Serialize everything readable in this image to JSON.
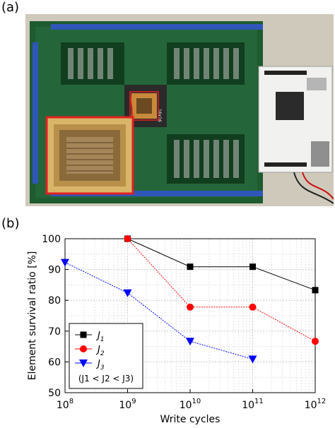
{
  "panels": {
    "a": "(a)",
    "b": "(b)"
  },
  "photo": {
    "chip_label": "16x16"
  },
  "chart_data": {
    "type": "line",
    "xlabel": "Write cycles",
    "ylabel": "Element survival ratio [%]",
    "xscale": "log",
    "xlim": [
      100000000,
      1000000000000
    ],
    "ylim": [
      50,
      100
    ],
    "xticks": [
      {
        "value": 100000000,
        "base": "10",
        "exp": "8"
      },
      {
        "value": 1000000000,
        "base": "10",
        "exp": "9"
      },
      {
        "value": 10000000000,
        "base": "10",
        "exp": "10"
      },
      {
        "value": 100000000000,
        "base": "10",
        "exp": "11"
      },
      {
        "value": 1000000000000,
        "base": "10",
        "exp": "12"
      }
    ],
    "yticks": [
      "50",
      "60",
      "70",
      "80",
      "90",
      "100"
    ],
    "grid": true,
    "legend_position": "bottom-left",
    "legend_note": "(J1 < J2 < J3)",
    "series": [
      {
        "name": "J1",
        "sub": "1",
        "color": "#000000",
        "marker": "square",
        "points": [
          [
            1000000000,
            100
          ],
          [
            10000000000,
            90.9
          ],
          [
            100000000000,
            90.9
          ],
          [
            1000000000000,
            83.3
          ]
        ]
      },
      {
        "name": "J2",
        "sub": "2",
        "color": "#ff0000",
        "marker": "circle",
        "points": [
          [
            1000000000,
            100
          ],
          [
            10000000000,
            77.8
          ],
          [
            100000000000,
            77.8
          ],
          [
            1000000000000,
            66.7
          ]
        ]
      },
      {
        "name": "J3",
        "sub": "3",
        "color": "#0000ff",
        "marker": "triangle-down",
        "points": [
          [
            100000000,
            92.3
          ],
          [
            1000000000,
            82.4
          ],
          [
            10000000000,
            66.7
          ],
          [
            100000000000,
            60.9
          ]
        ]
      }
    ]
  }
}
